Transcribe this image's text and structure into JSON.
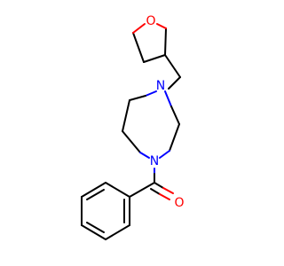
{
  "molecule": {
    "atoms": {
      "ring_oxygen": "O",
      "carbonyl_oxygen": "O",
      "diazepane_n_top": "N",
      "diazepane_n_bottom": "N"
    },
    "colors": {
      "carbon_bond": "#000000",
      "oxygen": "#ff0000",
      "nitrogen": "#0000ff",
      "background": "#ffffff"
    }
  }
}
